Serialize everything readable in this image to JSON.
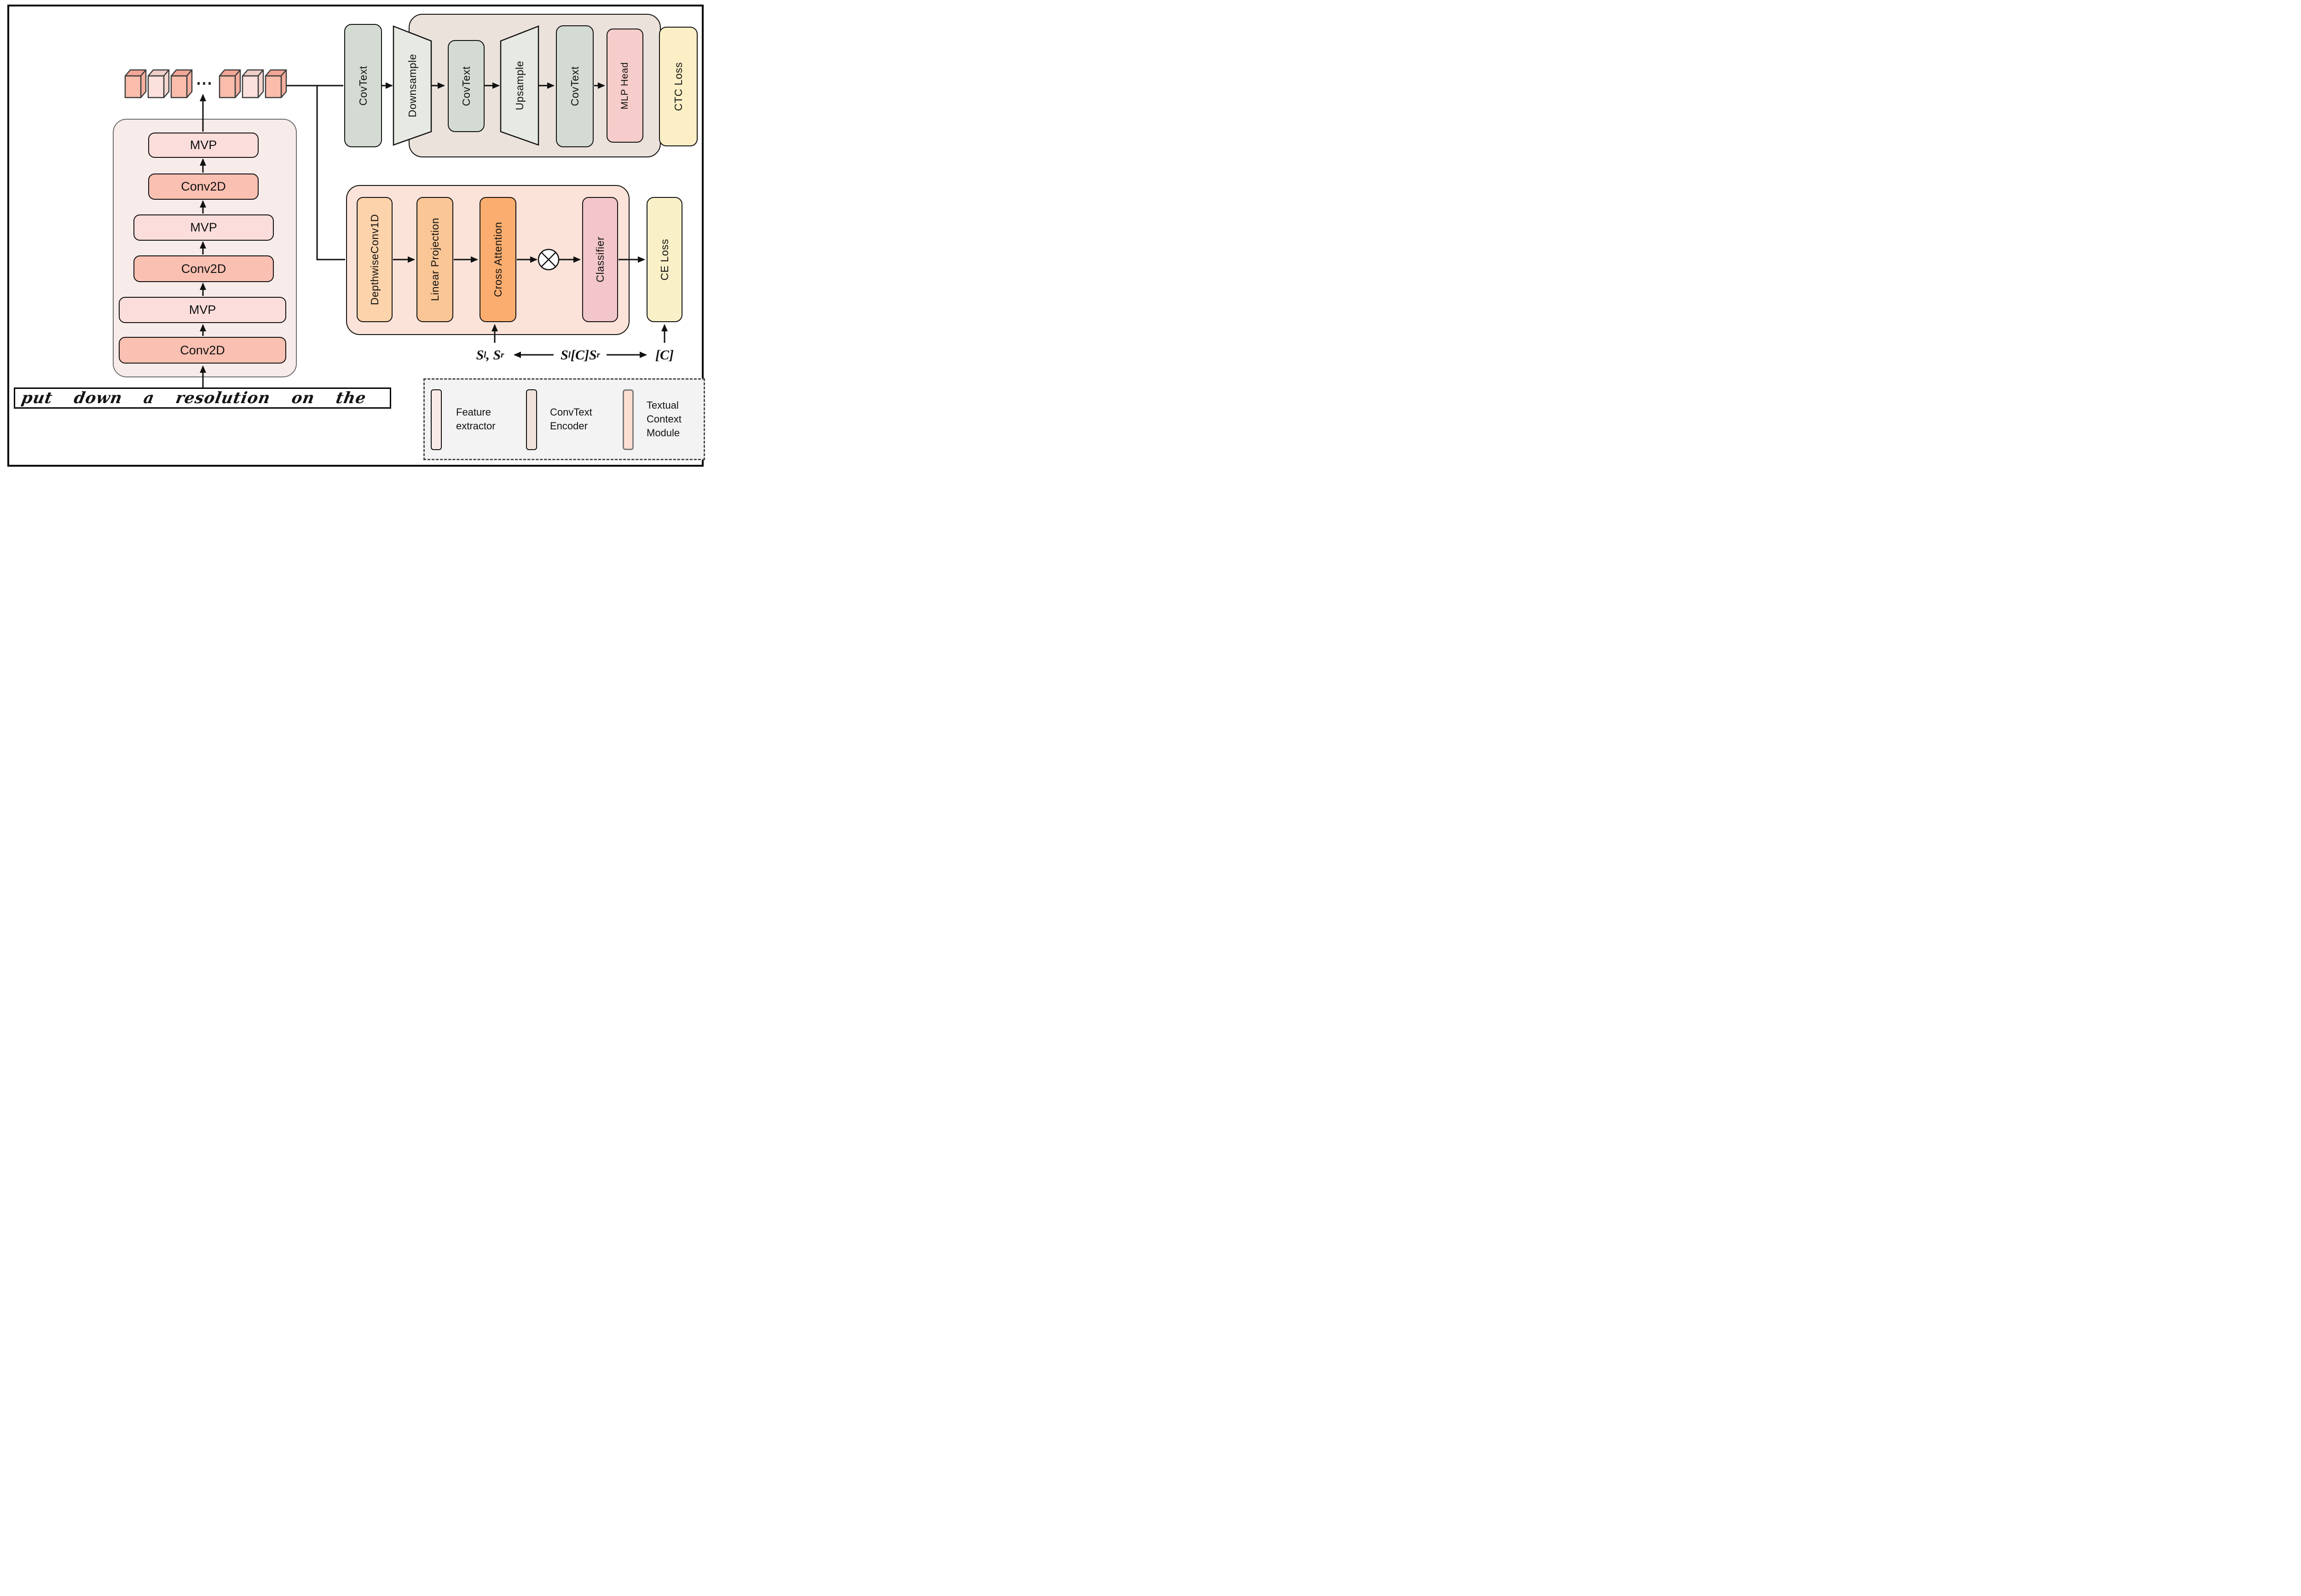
{
  "colors": {
    "frame": "#000000",
    "line": "#111111",
    "cube_salmon": "#FABCAB",
    "cube_salmon_top": "#F2A695",
    "cube_salmon_side": "#F6AF9E",
    "cube_light": "#FBE1DD",
    "cube_light_top": "#EFCEC8",
    "cube_light_side": "#F5D7D2",
    "cube_outline": "#3C3C3C",
    "covtext_green": "#D3DBD2",
    "sample_gray": "#E7EAE3",
    "encoder_bg": "#EBE2DC",
    "mlp_pink": "#F6CDCA",
    "loss_yellow": "#FCEFC6",
    "ce_yellow": "#FAF0C8",
    "fe_bg": "#F8ECEA",
    "fe_border": "#6E6E6E",
    "mvp_pink": "#FBDEDC",
    "conv_salmon": "#FAC0B2",
    "tcm_bg": "#FCE3D9",
    "dw_orange": "#FDD3AB",
    "lp_orange": "#FBC696",
    "ca_orange": "#FAAD6E",
    "classifier_pink": "#F2C6CA",
    "legend_bg": "#F3F3F3",
    "legend_border": "#4B4B4B",
    "swatch_fe": "#F8E9E6",
    "swatch_enc": "#EFE3DC",
    "swatch_tcm": "#FDDFD2",
    "swatch_tcm_border": "#7A7A7A"
  },
  "feature_extractor": {
    "blocks_bottom_to_top": [
      {
        "label": "Conv2D"
      },
      {
        "label": "MVP"
      },
      {
        "label": "Conv2D"
      },
      {
        "label": "MVP"
      },
      {
        "label": "Conv2D"
      },
      {
        "label": "MVP"
      }
    ]
  },
  "tokens": {
    "ellipsis": "⋯"
  },
  "encoder": {
    "blocks": [
      {
        "label": "CovText"
      },
      {
        "label": "Downsample"
      },
      {
        "label": "CovText"
      },
      {
        "label": "Upsample"
      },
      {
        "label": "CovText"
      },
      {
        "label": "MLP Head"
      }
    ],
    "loss_label": "CTC Loss"
  },
  "context_module": {
    "blocks": [
      {
        "label": "DepthwiseConv1D"
      },
      {
        "label": "Linear Projection"
      },
      {
        "label": "Cross Attention"
      },
      {
        "label": "Classifier"
      }
    ],
    "operator_icon": "circled-times",
    "loss_label": "CE Loss"
  },
  "math": {
    "left": "S^l, S^r",
    "middle": "S^l[C]S^r",
    "right": "[C]"
  },
  "handwriting_line": {
    "text": "put down a resolution on the"
  },
  "legend": {
    "items": [
      {
        "label": "Feature extractor"
      },
      {
        "label": "ConvText Encoder"
      },
      {
        "label": "Textual Context Module"
      }
    ]
  }
}
